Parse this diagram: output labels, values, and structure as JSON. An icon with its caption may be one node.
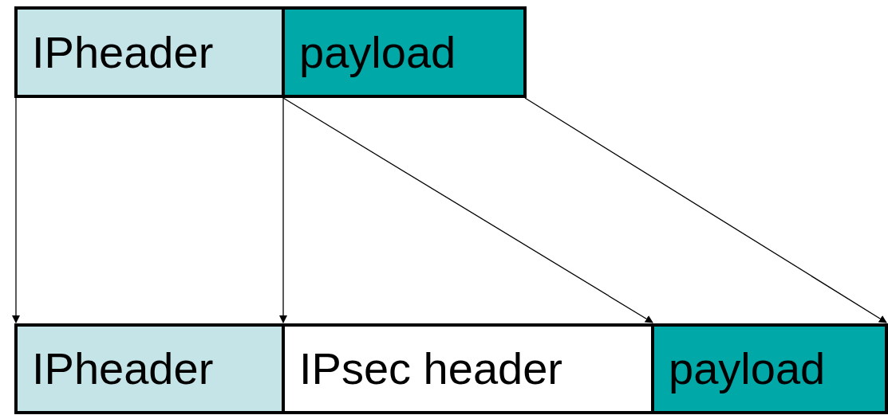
{
  "diagram": {
    "nodes": [
      {
        "text": [
          "IPheader"
        ]
      },
      {
        "text": [
          "payload"
        ]
      },
      {
        "text": [
          "IPheader"
        ]
      },
      {
        "text": [
          "IPsec header"
        ]
      },
      {
        "text": [
          "payload"
        ]
      }
    ],
    "edges": [
      {
        "from": 0,
        "to": 2,
        "arrow": "to"
      },
      {
        "from": 0,
        "to": 2,
        "arrow": "to"
      },
      {
        "from": 1,
        "to": 4,
        "arrow": "to"
      },
      {
        "from": 1,
        "to": 4,
        "arrow": "to"
      }
    ]
  }
}
